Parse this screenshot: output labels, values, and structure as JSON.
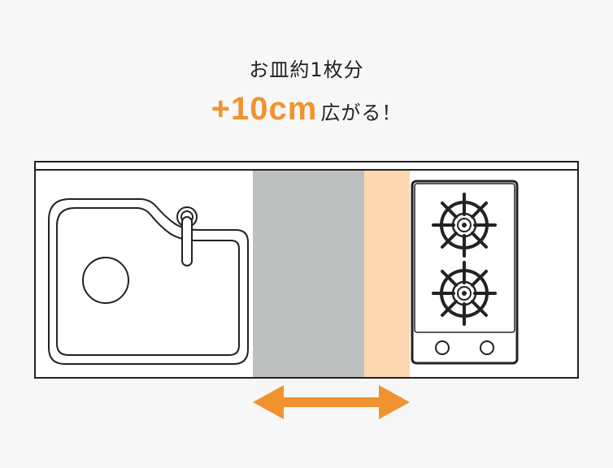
{
  "headline": "お皿約1枚分",
  "highlight": "+10cm",
  "highlight_suffix": "広がる！",
  "colors": {
    "accent": "#f0932f",
    "workspace_gray": "#bfc1c0",
    "added_space": "#fcd8b0",
    "outline": "#222222",
    "background": "#f7f7f7"
  },
  "icons": [
    "sink-icon",
    "faucet-icon",
    "drain-icon",
    "gas-burner-icon",
    "knob-icon",
    "double-arrow-icon"
  ]
}
